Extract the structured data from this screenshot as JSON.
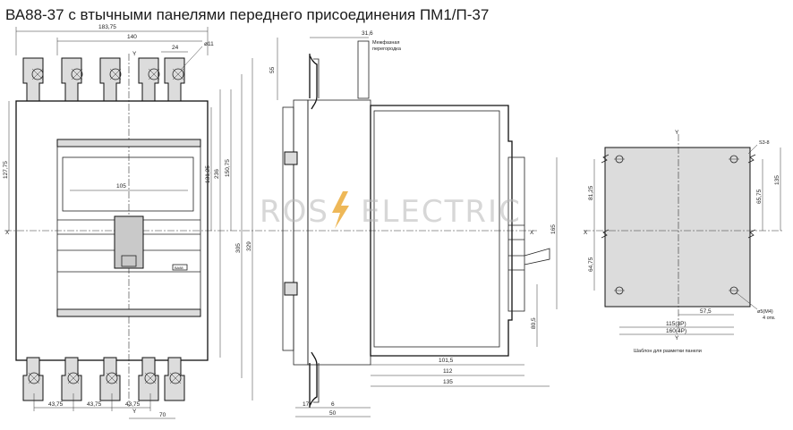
{
  "title": "ВА88-37 с втычными панелями переднего присоединения ПМ1/П-37",
  "watermark": {
    "left": "ROS",
    "right": "ELECTRIC"
  },
  "front_view": {
    "dims_top": [
      "183,75",
      "140",
      "24",
      "ø11"
    ],
    "dims_left": [
      "127,75"
    ],
    "dims_right": [
      "131,25",
      "236",
      "150,75",
      "305",
      "329"
    ],
    "dims_inner": [
      "105"
    ],
    "dims_bottom": [
      "43,75",
      "43,75",
      "43,75",
      "70"
    ],
    "axis_x": "X",
    "axis_y": "Y"
  },
  "side_view": {
    "dims_top": [
      "31,6",
      "55"
    ],
    "partition_label_1": "Межфазная",
    "partition_label_2": "перегородка",
    "dims_right": [
      "165",
      "80,5"
    ],
    "dims_bottom": [
      "101,5",
      "112",
      "135",
      "17",
      "6",
      "50"
    ],
    "axis_x": "X"
  },
  "template_view": {
    "caption": "Шаблон для разметки панели",
    "dims_left": [
      "81,25",
      "64,75"
    ],
    "dims_right": [
      "65,75",
      "135"
    ],
    "corner_mark": "S3-8",
    "dims_bottom": [
      "57,5",
      "115(3P)",
      "160(4P)"
    ],
    "hole_label_1": "ø5(M4)",
    "hole_label_2": "4 отв.",
    "axis_x": "X",
    "axis_y": "Y"
  },
  "nameplate": "ВА88"
}
